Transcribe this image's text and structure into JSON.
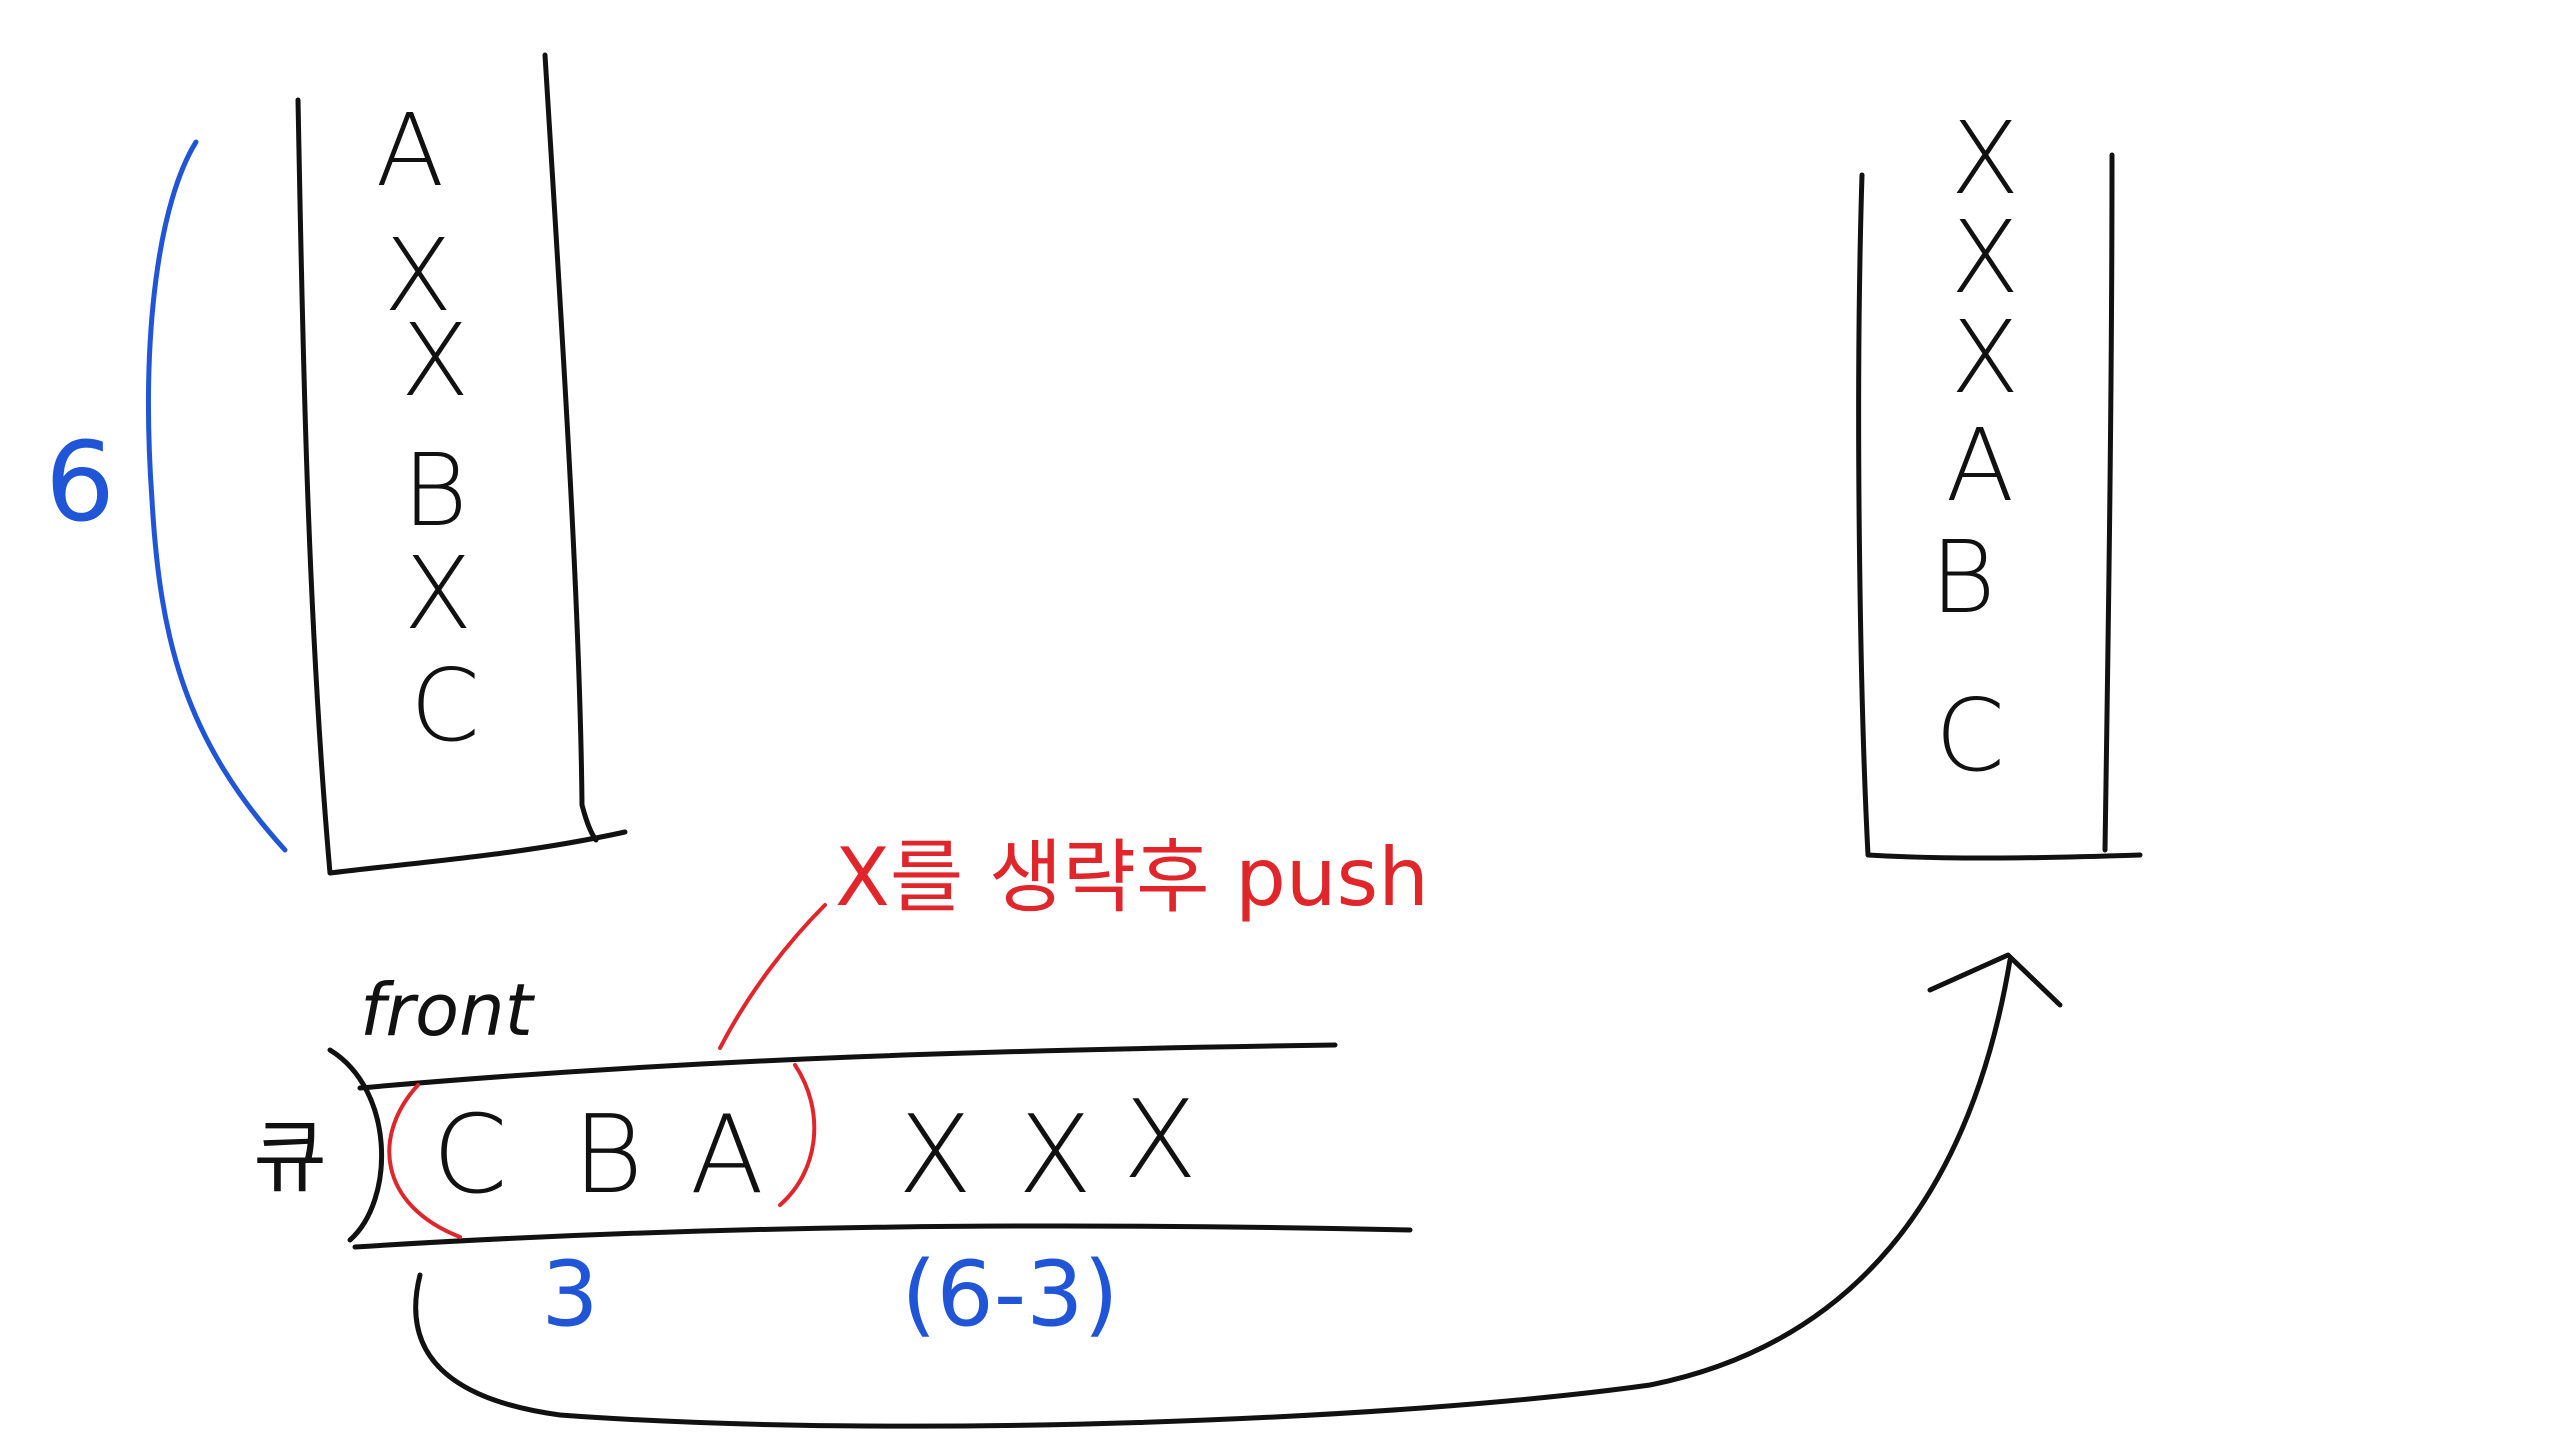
{
  "left_stack": {
    "items": [
      "A",
      "X",
      "X",
      "B",
      "X",
      "C"
    ],
    "size_label": "6"
  },
  "right_stack": {
    "items": [
      "X",
      "X",
      "X",
      "A",
      "B",
      "C"
    ]
  },
  "queue": {
    "side_label": "큐",
    "front_label": "front",
    "kept_items": [
      "C",
      "B",
      "A"
    ],
    "x_items": [
      "X",
      "X",
      "X"
    ],
    "kept_count_label": "3",
    "x_count_label": "(6-3)"
  },
  "annotation": {
    "text": "X를 생략후 push"
  },
  "colors": {
    "ink": "#111111",
    "annotation_blue": "#1f55d6",
    "annotation_red": "#e0262b"
  }
}
